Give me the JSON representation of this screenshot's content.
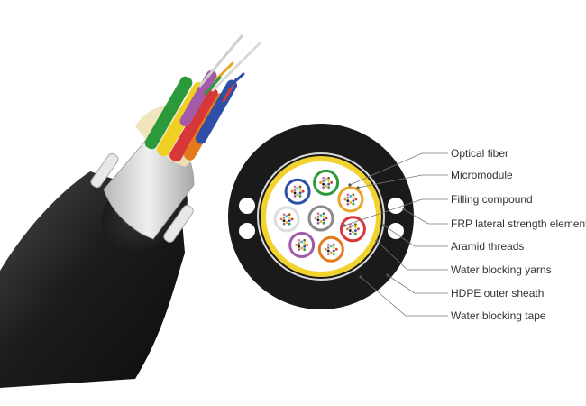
{
  "labels": {
    "optical_fiber": "Optical fiber",
    "micromodule": "Micromodule",
    "filling_compound": "Filling compound",
    "frp": "FRP lateral strength element",
    "aramid": "Aramid threads",
    "water_blocking_yarns": "Water blocking yarns",
    "hdpe": "HDPE outer sheath",
    "water_blocking_tape": "Water blocking tape"
  },
  "colors": {
    "sheath": "#1a1a1a",
    "aramid_ring": "#f2d22e",
    "tape_wrap": "#d8d8d8",
    "micromodule_colors": [
      "#2e4fa8",
      "#2c9a3a",
      "#8a8a8a",
      "#e8a524",
      "#e37b1c",
      "#dddddd",
      "#a35aa9",
      "#d8373a"
    ],
    "fiber_colors": [
      "#d8373a",
      "#2e4fa8",
      "#2c9a3a",
      "#e8a524",
      "#a35aa9",
      "#1a1a1a",
      "#e37b1c",
      "#8a8a8a",
      "#e86aa0",
      "#41b5c9",
      "#8b5a2b",
      "#f0d020"
    ]
  }
}
